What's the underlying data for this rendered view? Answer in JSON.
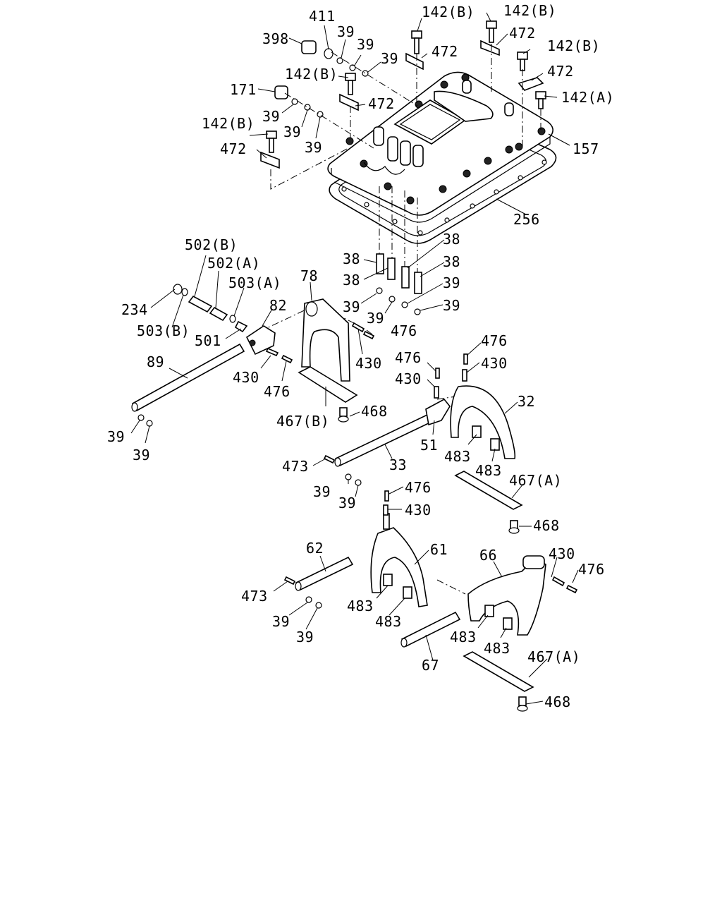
{
  "callouts": {
    "c411": "411",
    "c398": "398",
    "c39_top1": "39",
    "c39_top2": "39",
    "c39_top3": "39",
    "c142b_1": "142(B)",
    "c142b_2": "142(B)",
    "c142b_3": "142(B)",
    "c142b_4": "142(B)",
    "c142b_5": "142(B)",
    "c142a": "142(A)",
    "c472_1": "472",
    "c472_2": "472",
    "c472_3": "472",
    "c472_4": "472",
    "c472_5": "472",
    "c171": "171",
    "c39_l1": "39",
    "c39_l2": "39",
    "c39_l3": "39",
    "c157": "157",
    "c256": "256",
    "c38_1": "38",
    "c38_2": "38",
    "c38_3": "38",
    "c38_4": "38",
    "c39_m1": "39",
    "c39_m2": "39",
    "c39_m3": "39",
    "c39_m4": "39",
    "c502b": "502(B)",
    "c502a": "502(A)",
    "c503a": "503(A)",
    "c234": "234",
    "c503b": "503(B)",
    "c82": "82",
    "c78": "78",
    "c501": "501",
    "c476_1": "476",
    "c430_1": "430",
    "c89": "89",
    "c430_2": "430",
    "c476_2": "476",
    "c476_3": "476",
    "c430_3": "430",
    "c476_4": "476",
    "c430_4": "430",
    "c32": "32",
    "c467b": "467(B)",
    "c468_1": "468",
    "c39_b1": "39",
    "c39_b2": "39",
    "c51": "51",
    "c483_1": "483",
    "c483_2": "483",
    "c473_1": "473",
    "c33": "33",
    "c467a_1": "467(A)",
    "c39_c1": "39",
    "c39_c2": "39",
    "c476_5": "476",
    "c430_5": "430",
    "c468_2": "468",
    "c62": "62",
    "c61": "61",
    "c66": "66",
    "c430_6": "430",
    "c476_6": "476",
    "c473_2": "473",
    "c483_3": "483",
    "c483_4": "483",
    "c39_d1": "39",
    "c39_d2": "39",
    "c483_5": "483",
    "c483_6": "483",
    "c467a_2": "467(A)",
    "c67": "67",
    "c468_3": "468"
  }
}
